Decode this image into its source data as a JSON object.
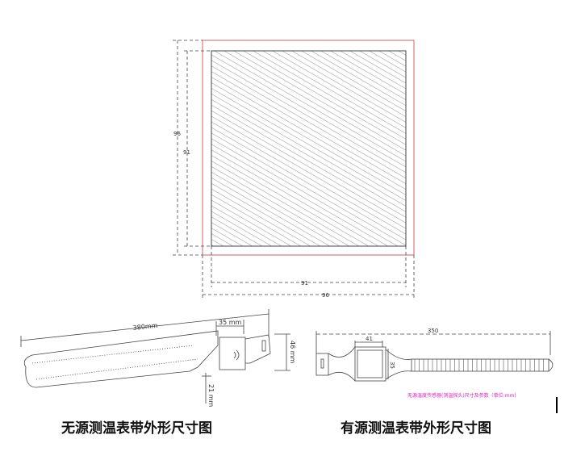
{
  "top_drawing": {
    "dim_outer_vertical": "96",
    "dim_inner_vertical": "91",
    "dim_inner_horizontal": "91",
    "dim_outer_horizontal": "96",
    "outline_color": "#d46060"
  },
  "passive_strap": {
    "dim_length": "380mm",
    "dim_sensor_width": "35 mm",
    "dim_height": "46 mm",
    "dim_strap_width": "21 mm",
    "title": "无源测温表带外形尺寸图"
  },
  "active_strap": {
    "dim_length": "350",
    "dim_sensor_width": "41",
    "dim_sensor_height": "35",
    "caption": "无源温度传感器(测温探头)尺寸及参数（单位:mm)",
    "caption_color": "#e020c0",
    "title": "有源测温表带外形尺寸图"
  }
}
